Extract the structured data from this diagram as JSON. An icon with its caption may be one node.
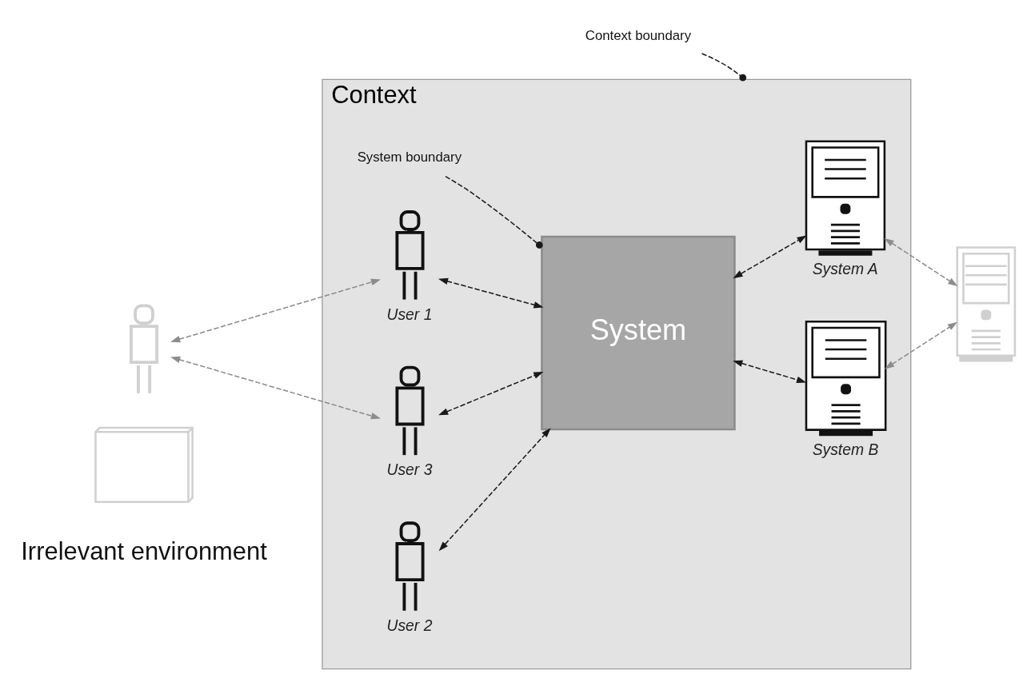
{
  "diagram": {
    "nodes": [
      {
        "text": [
          "Context boundary"
        ]
      },
      {
        "text": [
          "Context"
        ]
      },
      {
        "text": [
          "System boundary"
        ],
        "in": 1
      },
      {
        "text": [
          "System"
        ],
        "in": 1
      },
      {
        "text": [],
        "shape": "person",
        "beside": [
          "User 1"
        ],
        "in": 1
      },
      {
        "text": [],
        "shape": "person",
        "beside": [
          "User 3"
        ],
        "in": 1
      },
      {
        "text": [],
        "shape": "person",
        "beside": [
          "User 2"
        ],
        "in": 1
      },
      {
        "text": [],
        "shape": "server",
        "beside": [
          "System A"
        ],
        "in": 1
      },
      {
        "text": [],
        "shape": "server",
        "beside": [
          "System B"
        ],
        "in": 1
      },
      {
        "text": [],
        "shape": "person"
      },
      {
        "text": [],
        "shape": "server"
      },
      {
        "text": [],
        "shape": "document"
      }
    ],
    "edges": [
      {
        "from": 0,
        "to": 1,
        "arrow": "other",
        "style": "dashed"
      },
      {
        "from": 6,
        "to": 3,
        "arrow": "both",
        "style": "dashed"
      },
      {
        "from": 5,
        "to": 3,
        "arrow": "both",
        "style": "dashed"
      },
      {
        "from": 4,
        "to": 3,
        "arrow": "both",
        "style": "dashed"
      },
      {
        "from": 2,
        "to": 3,
        "arrow": "other",
        "style": "dashed"
      },
      {
        "from": 3,
        "to": 7,
        "arrow": "both",
        "style": "dashed"
      },
      {
        "from": 3,
        "to": 8,
        "arrow": "both",
        "style": "dashed"
      },
      {
        "from": 9,
        "to": 4,
        "arrow": "both",
        "style": "dashed",
        "color": "#8c8c8c"
      },
      {
        "from": 9,
        "to": 5,
        "arrow": "both",
        "style": "dashed",
        "color": "#8c8c8c"
      },
      {
        "from": 7,
        "to": 10,
        "arrow": "both",
        "style": "dashed",
        "color": "#8c8c8c"
      },
      {
        "from": 8,
        "to": 10,
        "arrow": "both",
        "style": "dashed",
        "color": "#8c8c8c"
      }
    ],
    "labels": [
      "Irrelevant environment"
    ]
  }
}
